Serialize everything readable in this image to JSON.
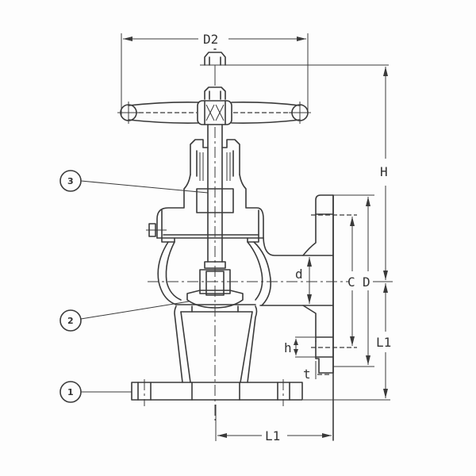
{
  "diagram": {
    "type": "technical-drawing",
    "subject": "angle globe valve cross-section",
    "dimensions": {
      "D2": "D2",
      "H": "H",
      "C": "C",
      "D": "D",
      "d": "d",
      "h": "h",
      "t": "t",
      "L1_vertical": "L1",
      "L1_horizontal": "L1"
    },
    "callouts": [
      {
        "number": "1",
        "target": "body-base-flange"
      },
      {
        "number": "2",
        "target": "disc"
      },
      {
        "number": "3",
        "target": "stem"
      }
    ],
    "colors": {
      "line": "#3a3a3a",
      "background": "#fdfdfd"
    }
  }
}
